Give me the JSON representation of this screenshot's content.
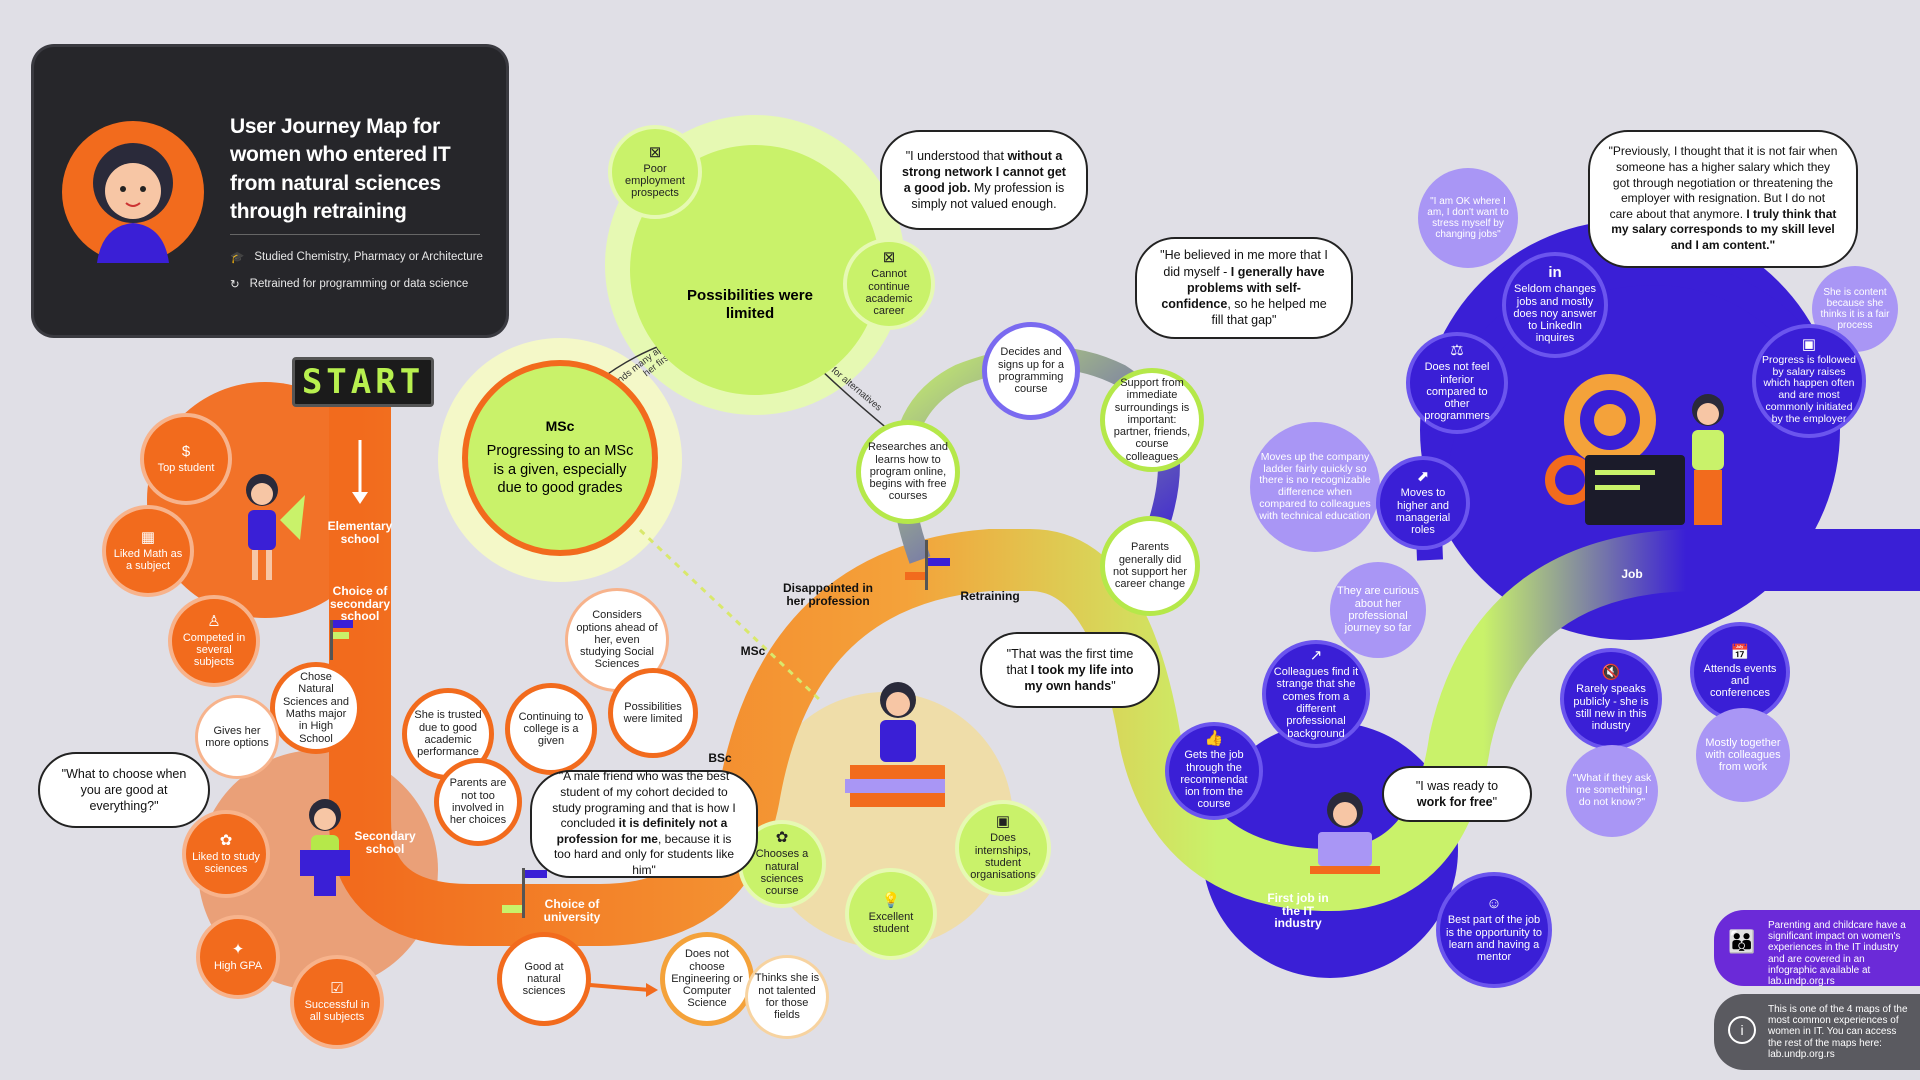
{
  "header": {
    "title": "User Journey Map for women who entered IT from natural sciences through retraining",
    "detail1": "Studied Chemistry, Pharmacy or Architecture",
    "detail2": "Retrained for programming or data science"
  },
  "start_label": "START",
  "labels": {
    "elementary": "Elementary school",
    "choice_secondary": "Choice of secondary school",
    "secondary": "Secondary school",
    "choice_university": "Choice of university",
    "bsc": "BSc",
    "msc_path": "MSc",
    "disappointed": "Disappointed in her profession",
    "retraining": "Retraining",
    "first_job": "First job in the IT industry",
    "job": "Job",
    "possibilities": "Possibilities were limited",
    "msc_title": "MSc",
    "msc_text": "Progressing to an MSc is a given, especially due to good grades",
    "arrow_sends": "Sends many applications for her first job",
    "arrow_searches": "Searches for alternatives"
  },
  "nodes": {
    "top_student": "Top student",
    "liked_math": "Liked Math as a subject",
    "competed": "Competed in several subjects",
    "chose_natural": "Chose Natural Sciences and Maths major in High School",
    "gives_options": "Gives her more options",
    "liked_study": "Liked to study sciences",
    "high_gpa": "High GPA",
    "successful": "Successful in all subjects",
    "trusted": "She is trusted due to good academic performance",
    "parents_not": "Parents are not too involved in her choices",
    "continuing": "Continuing to college is a given",
    "considers": "Considers options ahead of her, even studying Social Sciences",
    "poss_limited_small": "Possibilities were limited",
    "good_natural": "Good at natural sciences",
    "does_not_choose": "Does not choose Engineering or Computer Science",
    "thinks_not": "Thinks she is not talented for those fields",
    "chooses_natural": "Chooses a natural sciences course",
    "excellent": "Excellent student",
    "internships": "Does internships, student organisations",
    "poor_employment": "Poor employment prospects",
    "cannot_continue": "Cannot continue academic career",
    "researches": "Researches and learns how to program online, begins with free courses",
    "decides": "Decides and signs up for a programming course",
    "support": "Support from immediate surroundings is important: partner, friends, course colleagues",
    "parents_gen": "Parents generally did not support her career change",
    "moves_up": "Moves up the company ladder fairly quickly so there is no recognizable difference when compared to colleagues with technical education",
    "curious": "They are curious about her professional journey so far",
    "colleagues_strange": "Colleagues find it strange that she comes from a different professional background",
    "gets_job": "Gets the job through the recommendat ion from the course",
    "best_part": "Best part of the job is the opportunity to learn and having a mentor",
    "ok_where": "\"I am OK where I am, I don't want to stress myself by changing jobs\"",
    "seldom": "Seldom changes jobs and mostly does noy answer to LinkedIn inquires",
    "not_inferior": "Does not feel inferior compared to other programmers",
    "moves_higher": "Moves to higher and managerial roles",
    "content": "She is content because she thinks it is a fair process",
    "progress": "Progress is followed by salary raises which happen often and are most commonly initiated by the employer",
    "rarely": "Rarely speaks publicly - she is still new in this industry",
    "what_if": "\"What if they ask me something I do not know?\"",
    "attends": "Attends events and conferences",
    "mostly": "Mostly together with colleagues from work"
  },
  "quotes": {
    "q1": [
      "\"I understood that ",
      "without a strong network I cannot get a good job.",
      " My profession is simply not valued enough."
    ],
    "q2": [
      "\"He believed in me more that I did myself - ",
      "I generally have problems with self-confidence",
      ", so he helped me fill that gap\""
    ],
    "q3": [
      "\"Previously, I thought that it is not fair when someone has a higher salary which they got through negotiation or threatening the employer with resignation. But I do not care about that anymore. ",
      "I truly think that my salary corresponds to my skill level and I am content.\""
    ],
    "q4": [
      "\"What to choose when you are good at everything?\""
    ],
    "q5": [
      "\"A male friend who was the best student of my cohort decided to study programing and that is how I concluded ",
      "it is definitely not a profession for me",
      ", because it is too hard and only for students like him\""
    ],
    "q6": [
      "\"That was the first time that ",
      "I took my life into my own hands",
      "\""
    ],
    "q7": [
      "\"I was ready to ",
      "work for free",
      "\""
    ]
  },
  "info": {
    "parenting": "Parenting and childcare have a significant impact on women's experiences in the IT industry and are covered in an infographic available at lab.undp.org.rs",
    "maps": "This is one of the 4 maps of the most common experiences of women in IT. You can access the rest of the maps here: lab.undp.org.rs"
  },
  "colors": {
    "orange": "#f26b1d",
    "green": "#c9f26a",
    "blue": "#3a1fd6",
    "lavender": "#a996f5",
    "dark": "#26262a"
  }
}
